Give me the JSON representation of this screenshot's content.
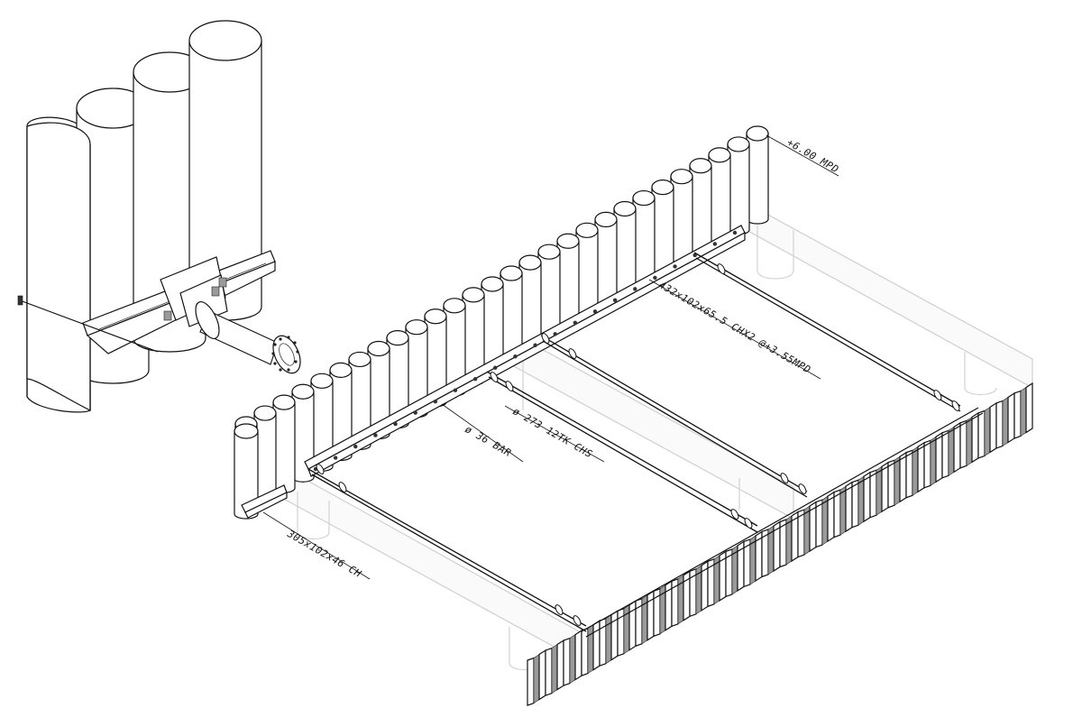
{
  "diagram": {
    "annotations": [
      {
        "id": "level-top",
        "text": "+6.00 MPD"
      },
      {
        "id": "waler-upper",
        "text": "432x102x65.5 CHX2 @+3.55MPD"
      },
      {
        "id": "strut",
        "text": "ø 273 12TK CHS"
      },
      {
        "id": "bar",
        "text": "ø 36 BAR"
      },
      {
        "id": "waler-lower",
        "text": "305x102x46 CH"
      }
    ]
  }
}
